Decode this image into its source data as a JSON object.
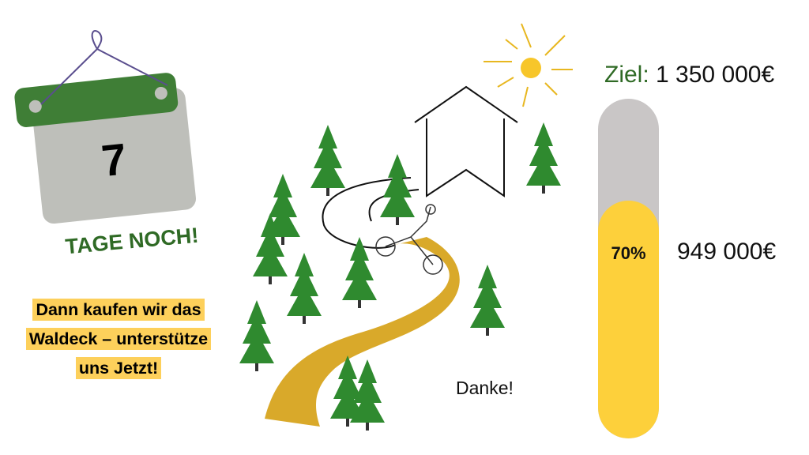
{
  "calendar": {
    "days": "7",
    "caption": "TAGE NOCH!",
    "header_color": "#3f7e36",
    "body_color": "#bebfba"
  },
  "cta": {
    "lines": [
      "Dann kaufen wir das",
      "Waldeck – unterstütze",
      "uns Jetzt!"
    ],
    "highlight_color": "#fdd05b"
  },
  "illustration": {
    "thanks": "Danke!"
  },
  "progress": {
    "goal_label": "Ziel:",
    "goal_value": "1 350 000€",
    "raised_value": "949 000€",
    "percent_label": "70%",
    "percent": 70,
    "fill_color": "#fdd03b",
    "track_color": "#c9c6c6"
  }
}
